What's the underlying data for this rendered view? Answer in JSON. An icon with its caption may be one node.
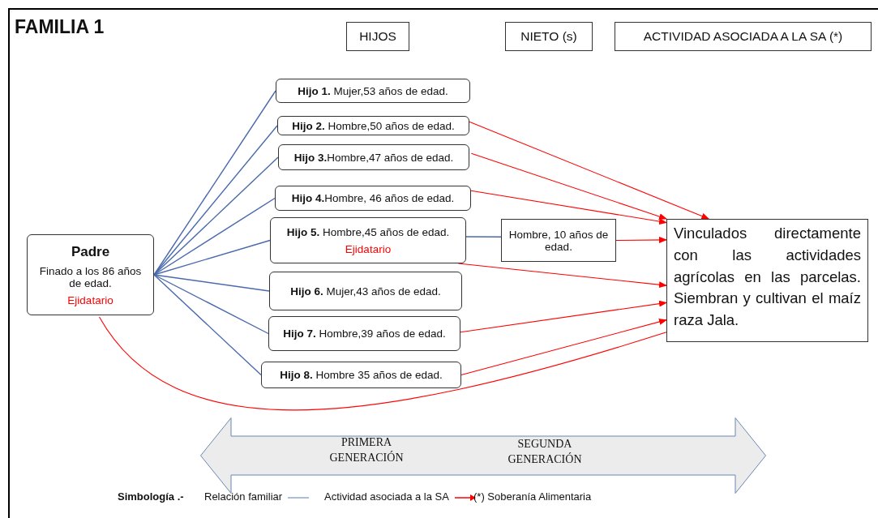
{
  "diagram": {
    "title": "FAMILIA 1",
    "nodes": [
      {
        "text": [
          "HIJOS"
        ]
      },
      {
        "text": [
          "NIETO (s)"
        ]
      },
      {
        "text": [
          "ACTIVIDAD ASOCIADA A LA SA (*)"
        ]
      },
      {
        "text": [
          "Padre",
          "Finado a los 86 años de edad.",
          "Ejidatario"
        ]
      },
      {
        "text": [
          "**Hijo 1.**  Mujer,53 años de edad."
        ]
      },
      {
        "text": [
          "**Hijo 2.** Hombre,50 años de edad."
        ]
      },
      {
        "text": [
          "**Hijo 3.**Hombre,47 años de edad."
        ]
      },
      {
        "text": [
          "**Hijo 4.**Hombre, 46 años de edad."
        ]
      },
      {
        "text": [
          "**Hijo 5.** Hombre,45 años de edad.",
          "Ejidatario"
        ]
      },
      {
        "text": [
          "**Hijo 6.** Mujer,43 años de edad."
        ]
      },
      {
        "text": [
          "**Hijo 7.** Hombre,39 años de edad."
        ]
      },
      {
        "text": [
          "**Hijo 8.** Hombre 35 años de edad."
        ]
      },
      {
        "text": [
          "Hombre, 10 años de edad."
        ]
      },
      {
        "text": [
          "Vinculados directamente con las actividades agrícolas en las parcelas. Siembran y cultivan el maíz raza Jala."
        ]
      },
      {
        "text": [
          "PRIMERA GENERACIÓN",
          "SEGUNDA GENERACIÓN"
        ]
      }
    ],
    "edges": [
      {
        "from": 3,
        "to": 4,
        "arrow": "none"
      },
      {
        "from": 3,
        "to": 5,
        "arrow": "none"
      },
      {
        "from": 3,
        "to": 6,
        "arrow": "none"
      },
      {
        "from": 3,
        "to": 7,
        "arrow": "none"
      },
      {
        "from": 3,
        "to": 8,
        "arrow": "none"
      },
      {
        "from": 3,
        "to": 9,
        "arrow": "none"
      },
      {
        "from": 3,
        "to": 10,
        "arrow": "none"
      },
      {
        "from": 3,
        "to": 11,
        "arrow": "none"
      },
      {
        "from": 8,
        "to": 12,
        "arrow": "none"
      },
      {
        "from": 5,
        "to": 13,
        "arrow": "to",
        "color": "#ff0000"
      },
      {
        "from": 6,
        "to": 13,
        "arrow": "to",
        "color": "#ff0000"
      },
      {
        "from": 7,
        "to": 13,
        "arrow": "to",
        "color": "#ff0000"
      },
      {
        "from": 12,
        "to": 13,
        "arrow": "to",
        "color": "#ff0000"
      },
      {
        "from": 8,
        "to": 13,
        "arrow": "to",
        "color": "#ff0000"
      },
      {
        "from": 10,
        "to": 13,
        "arrow": "to",
        "color": "#ff0000"
      },
      {
        "from": 11,
        "to": 13,
        "arrow": "to",
        "color": "#ff0000"
      },
      {
        "from": 3,
        "to": 13,
        "arrow": "none",
        "color": "#ff0000"
      }
    ],
    "labels": [
      "Simbología .-",
      "(*) Soberanía Alimentaria"
    ],
    "legend": [
      {
        "text": "Relación familiar"
      },
      {
        "text": "Actividad asociada a la SA"
      }
    ]
  }
}
